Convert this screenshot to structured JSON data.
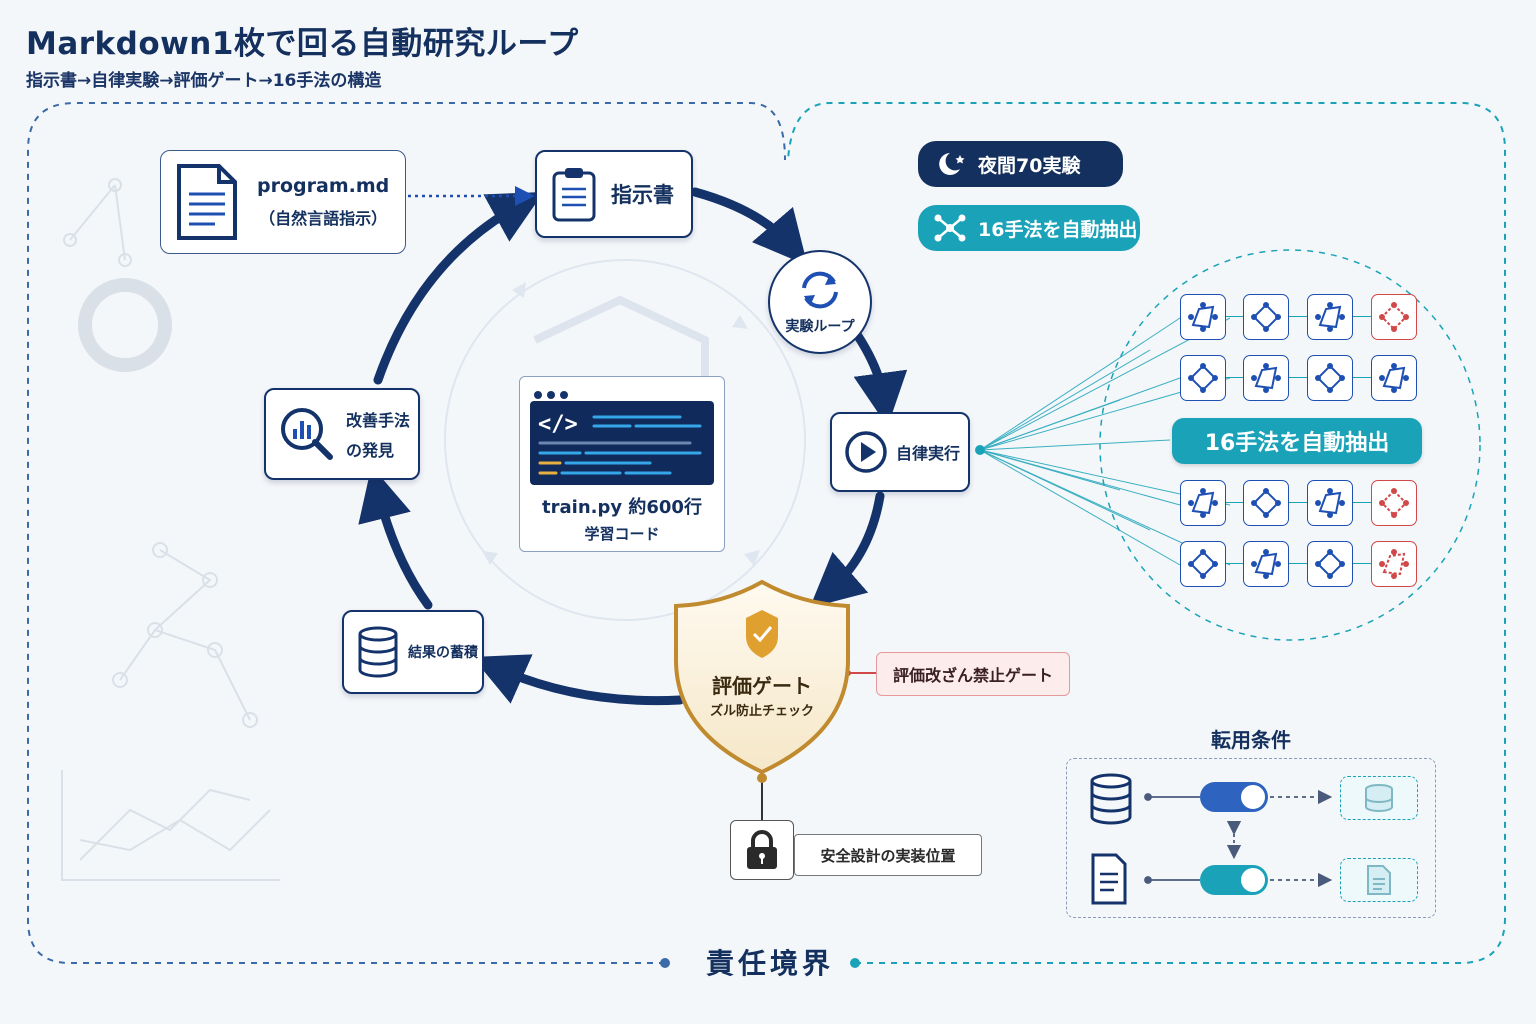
{
  "header": {
    "title": "Markdown1枚で回る自動研究ループ",
    "subtitle": "指示書→自律実験→評価ゲート→16手法の構造"
  },
  "program_box": {
    "name": "program.md",
    "desc": "（自然言語指示）"
  },
  "nodes": {
    "instructions": "指示書",
    "experiment_loop": "実験ループ",
    "autonomous_run": "自律実行",
    "eval_gate_title": "評価ゲート",
    "eval_gate_sub": "ズル防止チェック",
    "accumulate": "結果の蓄積",
    "discover_line1": "改善手法",
    "discover_line2": "の発見"
  },
  "code_card": {
    "file": "train.py 約600行",
    "desc": "学習コード"
  },
  "badges": {
    "night": "夜間70実験",
    "extract": "16手法を自動抽出"
  },
  "methods_banner": "16手法を自動抽出",
  "tamper_label": "評価改ざん禁止ゲート",
  "safety_label": "安全設計の実装位置",
  "transfer": {
    "title": "転用条件"
  },
  "boundary_label": "責任境界",
  "colors": {
    "navy": "#15336b",
    "teal": "#1aa3b8",
    "gold": "#c08a2e",
    "red": "#d04848"
  }
}
